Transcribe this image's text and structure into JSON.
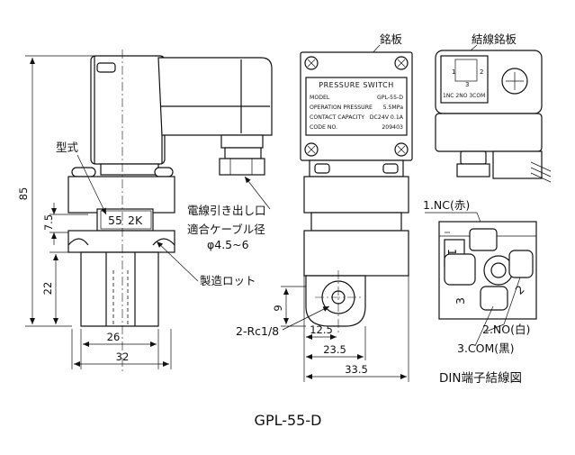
{
  "drawing": {
    "title": "GPL-55-D",
    "side_view": {
      "dim_height": "85",
      "dim_7_5": "7.5",
      "dim_22": "22",
      "dim_26": "26",
      "dim_32": "32",
      "label_model": "型式",
      "marking_left": "55",
      "marking_right": "2K",
      "label_cable_outlet": "電線引き出し口",
      "label_cable_dia": "適合ケーブル径",
      "label_cable_range": "φ4.5~6",
      "label_lot": "製造ロット"
    },
    "front_view": {
      "label_nameplate": "銘板",
      "dim_9": "9",
      "dim_12_5": "12.5",
      "dim_23_5": "23.5",
      "dim_33_5": "33.5",
      "label_port": "2-Rc1/8",
      "plate_title": "PRESSURE SWITCH",
      "plate_rows": [
        {
          "k": "MODEL",
          "v": "GPL-55-D"
        },
        {
          "k": "OPERATION PRESSURE",
          "v": "5.5MPa"
        },
        {
          "k": "CONTACT CAPACITY",
          "v": "DC24V 0.1A"
        },
        {
          "k": "CODE NO.",
          "v": "209403"
        }
      ]
    },
    "right_view": {
      "label_wiring_plate": "結線銘板",
      "wiring_terms": "1NC 2NO 3COM",
      "wiring_1": "1",
      "wiring_2": "2",
      "wiring_3": "3"
    },
    "din": {
      "label_nc": "1.NC(赤)",
      "label_no": "2.NO(白)",
      "label_com": "3.COM(黒)",
      "caption": "DIN端子結線図",
      "t1": "1",
      "t2": "2",
      "t3": "3"
    }
  }
}
